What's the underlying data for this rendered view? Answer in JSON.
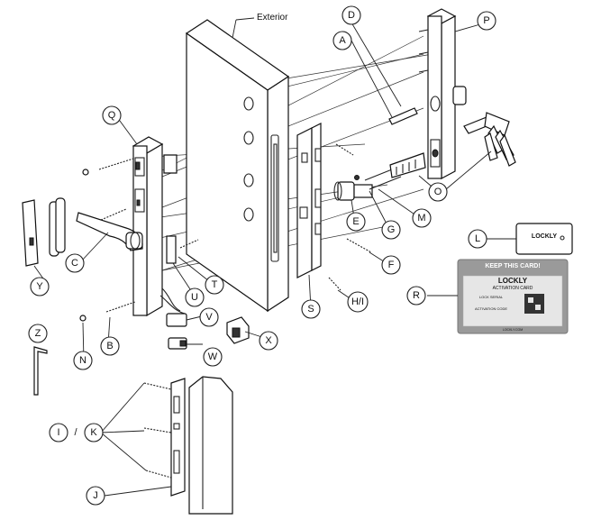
{
  "diagram": {
    "exterior_label": "Exterior",
    "callouts": {
      "A": "A",
      "B": "B",
      "C": "C",
      "D": "D",
      "E": "E",
      "F": "F",
      "G": "G",
      "HI": "H/I",
      "I": "I",
      "J": "J",
      "K": "K",
      "L": "L",
      "M": "M",
      "N": "N",
      "O": "O",
      "P": "P",
      "Q": "Q",
      "R": "R",
      "S": "S",
      "T": "T",
      "U": "U",
      "V": "V",
      "W": "W",
      "X": "X",
      "Y": "Y",
      "Z": "Z"
    },
    "slash": "/",
    "card": {
      "logo": "LOCKLY",
      "banner": "KEEP THIS CARD!",
      "title": "ACTIVATION CARD",
      "lock_serial": "LOCK SERIAL",
      "activation_code": "ACTIVATION CODE",
      "footer": "LOCKLY.COM"
    },
    "small_card": {
      "logo": "LOCKLY"
    },
    "colors": {
      "line": "#222222",
      "fill": "#ffffff",
      "card_grey": "#9a9a9a"
    }
  }
}
